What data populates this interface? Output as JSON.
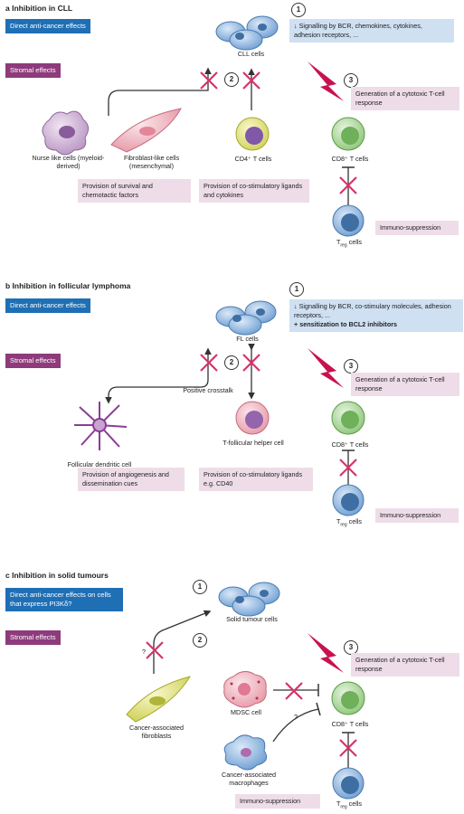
{
  "a": {
    "heading": "a  Inhibition in CLL",
    "direct": "Direct anti-cancer effects",
    "stromal": "Stromal effects",
    "step1": "1",
    "step2": "2",
    "step3": "3",
    "signalling": "↓ Signalling by BCR, chemokines, cytokines, adhesion receptors, ...",
    "target": "CLL cells",
    "nurse": "Nurse like cells (myeloid-derived)",
    "fibro": "Fibroblast-like cells (mesenchymal)",
    "cd4": "CD4⁺ T cells",
    "cd8": "CD8⁺ T cells",
    "treg": "T",
    "treg_sub": "reg",
    "treg_tail": " cells",
    "generation": "Generation of a cytotoxic T-cell response",
    "survival": "Provision of survival and chemotactic  factors",
    "costim": "Provision of co-stimulatory ligands and cytokines",
    "immuno": "Immuno-suppression"
  },
  "b": {
    "heading": "b  Inhibition in follicular lymphoma",
    "direct": "Direct anti-cancer effects",
    "stromal": "Stromal effects",
    "step1": "1",
    "step2": "2",
    "step3": "3",
    "signalling": "↓ Signalling by BCR, co-stimulary molecules, adhesion receptors, ...",
    "signalling_bold": "+ sensitization to BCL2 inhibitors",
    "target": "FL cells",
    "crosstalk": "Positive crosstalk",
    "follicular": "Follicular dendritic cell",
    "tfh": "T-follicular helper cell",
    "cd8": "CD8⁺ T cells",
    "treg": "T",
    "treg_sub": "reg",
    "treg_tail": " cells",
    "generation": "Generation of a cytotoxic T-cell response",
    "angio": "Provision of angiogenesis and dissemination cues",
    "costim": "Provision of co-stimulatory ligands e.g. CD40",
    "immuno": "Immuno-suppression"
  },
  "c": {
    "heading": "c  Inhibition in solid tumours",
    "direct": "Direct anti-cancer effects on cells that express PI3Kδ?",
    "stromal": "Stromal effects",
    "step1": "1",
    "step2": "2",
    "step3": "3",
    "target": "Solid tumour cells",
    "caf": "Cancer-associated fibroblasts",
    "mdsc": "MDSC cell",
    "cam": "Cancer-associated macrophages",
    "cd8": "CD8⁺ T cells",
    "treg": "T",
    "treg_sub": "reg",
    "treg_tail": " cells",
    "generation": "Generation of a cytotoxic T-cell response",
    "question": "?",
    "immuno": "Immuno-suppression"
  },
  "colors": {
    "blue_pill": "#1f6fb5",
    "purple_pill": "#8e3b7c",
    "pink_box": "#eedde8",
    "blue_box": "#cfe0f2",
    "cross": "#d6336c",
    "bolt": "#c8124e"
  }
}
